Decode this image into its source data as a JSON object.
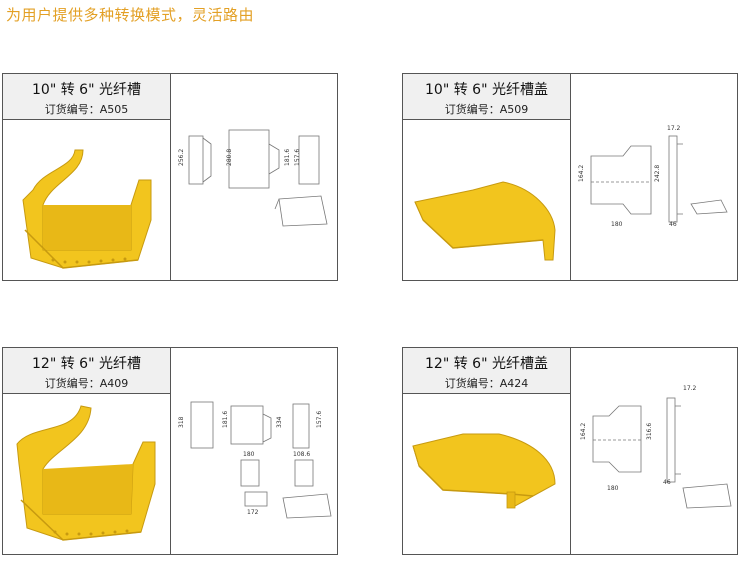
{
  "headline": "为用户提供多种转换模式，灵活路由",
  "colors": {
    "headline": "#e3a025",
    "part": "#f2c51e",
    "part_dark": "#d2a411",
    "border": "#555555"
  },
  "products": [
    {
      "title": "10\" 转 6\" 光纤槽",
      "order": "订货编号：A505",
      "dims": [
        "256.2",
        "280.8",
        "181.6",
        "157.6"
      ]
    },
    {
      "title": "10\" 转 6\" 光纤槽盖",
      "order": "订货编号：A509",
      "dims": [
        "17.2",
        "164.2",
        "242.8",
        "180",
        "46"
      ]
    },
    {
      "title": "12\" 转 6\" 光纤槽",
      "order": "订货编号：A409",
      "dims": [
        "318",
        "181.6",
        "334",
        "157.6",
        "180",
        "108.6",
        "172"
      ]
    },
    {
      "title": "12\" 转 6\" 光纤槽盖",
      "order": "订货编号：A424",
      "dims": [
        "17.2",
        "164.2",
        "316.6",
        "180",
        "46"
      ]
    }
  ]
}
